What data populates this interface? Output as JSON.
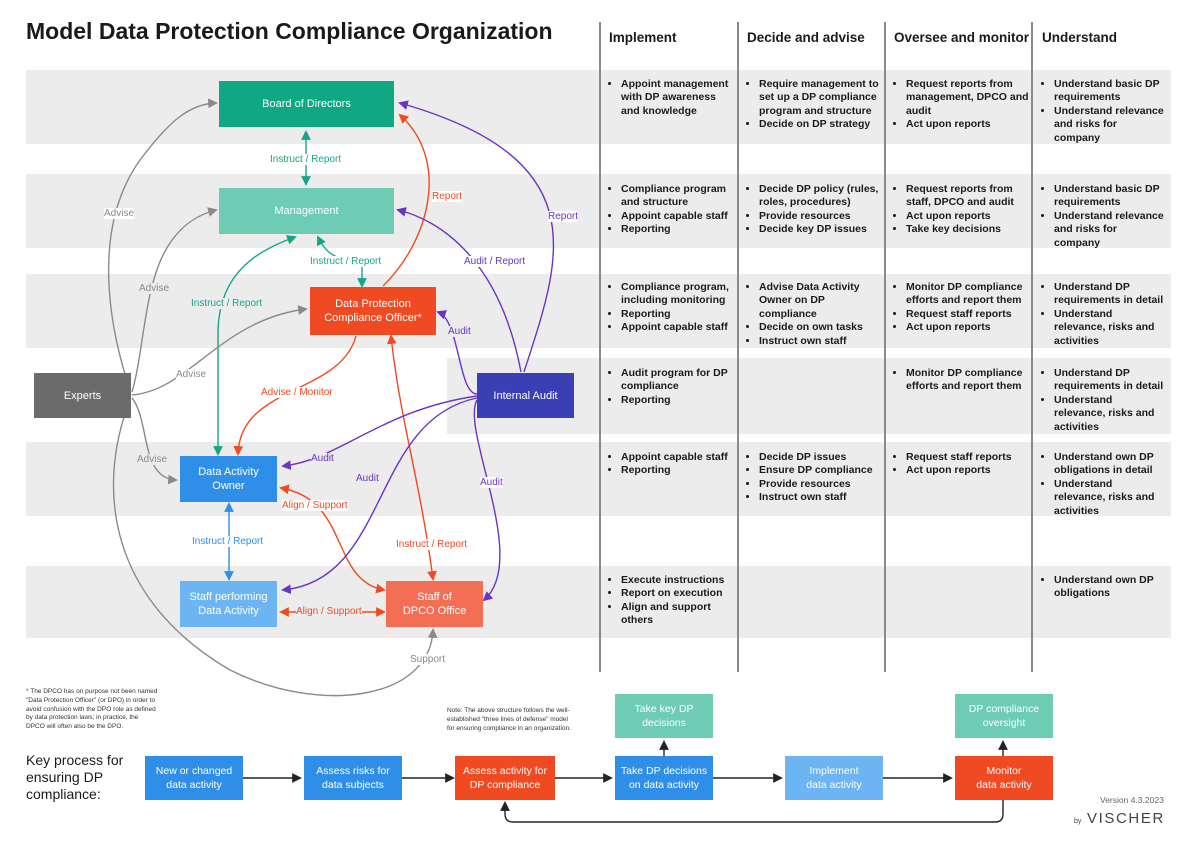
{
  "title": "Model Data Protection Compliance Organization",
  "columns": [
    "Implement",
    "Decide and advise",
    "Oversee and monitor",
    "Understand"
  ],
  "rows": [
    {
      "role": "Board of Directors",
      "cells": [
        [
          "Appoint management with DP awareness and knowledge"
        ],
        [
          "Require management to set up a DP compliance program and structure",
          "Decide on DP strategy"
        ],
        [
          "Request reports from management, DPCO and audit",
          "Act upon reports"
        ],
        [
          "Understand basic DP requirements",
          "Understand relevance and risks for company"
        ]
      ]
    },
    {
      "role": "Management",
      "cells": [
        [
          "Compliance program and structure",
          "Appoint capable staff",
          "Reporting"
        ],
        [
          "Decide DP policy (rules, roles, procedures)",
          "Provide resources",
          "Decide key DP issues"
        ],
        [
          "Request reports from staff, DPCO and audit",
          "Act upon reports",
          "Take key decisions"
        ],
        [
          "Understand basic DP requirements",
          "Understand relevance and risks for company"
        ]
      ]
    },
    {
      "role": "Data Protection Compliance Officer*",
      "cells": [
        [
          "Compliance program, including monitoring",
          "Reporting",
          "Appoint capable staff"
        ],
        [
          "Advise Data Activity Owner on DP compliance",
          "Decide on own tasks",
          "Instruct own staff"
        ],
        [
          "Monitor DP compliance efforts and report them",
          "Request staff reports",
          "Act upon reports"
        ],
        [
          "Understand DP requirements in detail",
          "Understand relevance, risks and activities"
        ]
      ]
    },
    {
      "role": "Internal Audit",
      "cells": [
        [
          "Audit program for DP compliance",
          "Reporting"
        ],
        [],
        [
          "Monitor DP compliance efforts and report them"
        ],
        [
          "Understand DP requirements in detail",
          "Understand relevance, risks and activities"
        ]
      ]
    },
    {
      "role": "Data Activity Owner",
      "cells": [
        [
          "Appoint capable staff",
          "Reporting"
        ],
        [
          "Decide DP issues",
          "Ensure DP compliance",
          "Provide resources",
          "Instruct own staff"
        ],
        [
          "Request staff reports",
          "Act upon reports"
        ],
        [
          "Understand own DP obligations in detail",
          "Understand relevance, risks and activities"
        ]
      ]
    },
    {
      "role": "Staff",
      "cells": [
        [
          "Execute instructions",
          "Report on execution",
          "Align and support others"
        ],
        [],
        [],
        [
          "Understand own DP obligations"
        ]
      ]
    }
  ],
  "nodes": {
    "board": "Board of Directors",
    "management": "Management",
    "dpco": "Data Protection\nCompliance Officer*",
    "experts": "Experts",
    "audit": "Internal Audit",
    "dao": "Data Activity\nOwner",
    "staff_perf": "Staff performing\nData Activity",
    "staff_dpco": "Staff of\nDPCO Office"
  },
  "edge_labels": {
    "instruct_report_1": "Instruct / Report",
    "report_dpco_board": "Report",
    "report_audit_board": "Report",
    "advise_1": "Advise",
    "advise_2": "Advise",
    "advise_3": "Advise",
    "advise_4": "Advise",
    "instruct_report_2": "Instruct / Report",
    "instruct_report_3": "Instruct / Report",
    "audit_report": "Audit / Report",
    "audit_1": "Audit",
    "advise_monitor": "Advise / Monitor",
    "audit_2": "Audit",
    "audit_3": "Audit",
    "audit_4": "Audit",
    "align_support_1": "Align / Support",
    "instruct_report_4": "Instruct / Report",
    "instruct_report_5": "Instruct / Report",
    "align_support_2": "Align / Support",
    "support": "Support"
  },
  "footnote": "* The DPCO has on purpose not been named\n\"Data Protection Officer\" (or DPO) in order to\navoid confusion with the DPO role as defined\nby data protection laws; in practice, the\nDPCO will often also be the DPO.",
  "structure_note": "Note: The above structure follows the well-\nestablished \"three lines of defense\" model\nfor ensuring compliance in an organization.",
  "process": {
    "label": "Key process for\nensuring DP\ncompliance:",
    "steps": [
      "New or changed\ndata activity",
      "Assess risks for\ndata subjects",
      "Assess activity for\nDP compliance",
      "Take DP decisions\non data activity",
      "Implement\ndata activity",
      "Monitor\ndata activity"
    ],
    "extra_1": "Take key DP\ndecisions",
    "extra_2": "DP compliance\noversight"
  },
  "version": "Version 4.3.2023",
  "brand_by": "by",
  "brand": "VISCHER",
  "colors": {
    "board": "#0fa883",
    "management": "#6ecbb4",
    "dpco": "#f04a22",
    "experts": "#6b6b6b",
    "audit": "#3a3fb3",
    "dao": "#2f8fe8",
    "staff_perf": "#6db5f2",
    "staff_dpco": "#f26f55",
    "teal": "#17a58a",
    "orange": "#f04a22",
    "purple": "#6a35c2",
    "gray": "#8a8a8a",
    "blue": "#2f8fe8"
  }
}
